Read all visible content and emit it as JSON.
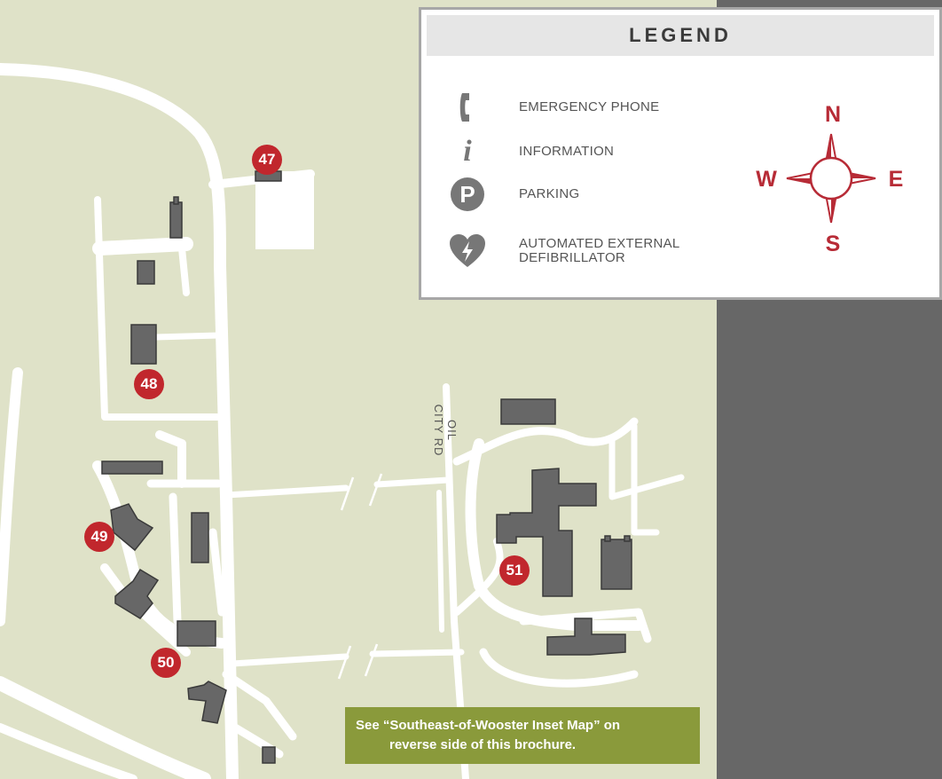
{
  "legend": {
    "title": "LEGEND",
    "items": [
      {
        "icon": "emergency-phone-icon",
        "label": "EMERGENCY PHONE"
      },
      {
        "icon": "information-icon",
        "label": "INFORMATION"
      },
      {
        "icon": "parking-icon",
        "label": "PARKING"
      },
      {
        "icon": "aed-heart-icon",
        "label": "AUTOMATED EXTERNAL\nDEFIBRILLATOR"
      }
    ],
    "compass": {
      "n": "N",
      "s": "S",
      "e": "E",
      "w": "W"
    }
  },
  "markers": [
    "47",
    "48",
    "49",
    "50",
    "51"
  ],
  "road_label": "OIL CITY RD",
  "note": {
    "line1": "See “Southeast-of-Wooster Inset Map” on",
    "line2": "reverse side of this brochure."
  },
  "colors": {
    "land": "#dfe2c8",
    "road": "#ffffff",
    "building": "#676767",
    "marker": "#c1272d",
    "accent": "#b72b36",
    "note_bg": "#8a9a3b"
  }
}
